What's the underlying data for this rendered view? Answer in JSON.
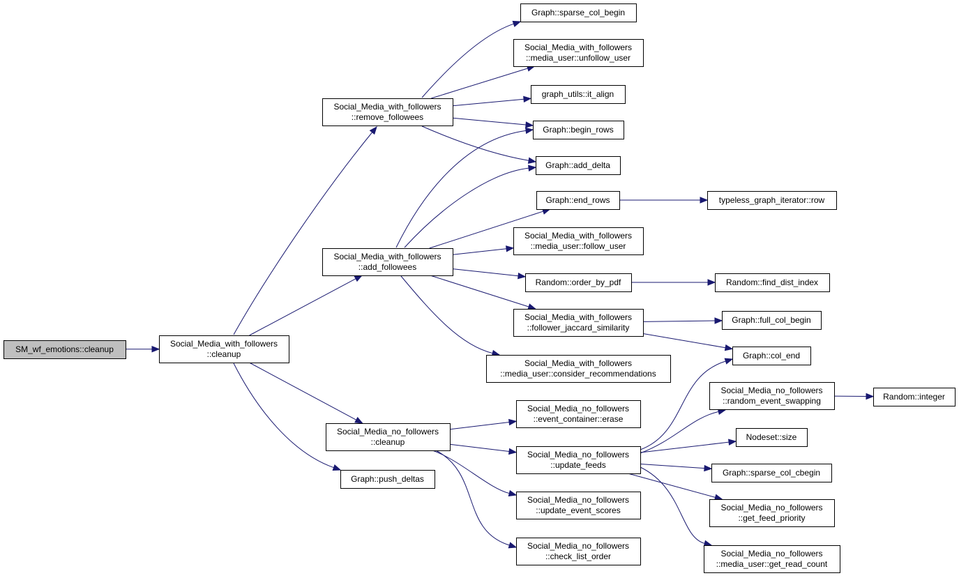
{
  "diagram": {
    "nodes": [
      {
        "id": "n0",
        "lines": [
          "SM_wf_emotions::cleanup"
        ],
        "root": true
      },
      {
        "id": "n1",
        "lines": [
          "Social_Media_with_followers",
          "::cleanup"
        ]
      },
      {
        "id": "n2",
        "lines": [
          "Social_Media_with_followers",
          "::remove_followees"
        ]
      },
      {
        "id": "n3",
        "lines": [
          "Social_Media_with_followers",
          "::add_followees"
        ]
      },
      {
        "id": "n4",
        "lines": [
          "Social_Media_no_followers",
          "::cleanup"
        ]
      },
      {
        "id": "n5",
        "lines": [
          "Graph::push_deltas"
        ]
      },
      {
        "id": "n6",
        "lines": [
          "Graph::sparse_col_begin"
        ]
      },
      {
        "id": "n7",
        "lines": [
          "Social_Media_with_followers",
          "::media_user::unfollow_user"
        ]
      },
      {
        "id": "n8",
        "lines": [
          "graph_utils::it_align"
        ]
      },
      {
        "id": "n9",
        "lines": [
          "Graph::begin_rows"
        ]
      },
      {
        "id": "n10",
        "lines": [
          "Graph::add_delta"
        ]
      },
      {
        "id": "n11",
        "lines": [
          "Graph::end_rows"
        ]
      },
      {
        "id": "n12",
        "lines": [
          "Social_Media_with_followers",
          "::media_user::follow_user"
        ]
      },
      {
        "id": "n13",
        "lines": [
          "Random::order_by_pdf"
        ]
      },
      {
        "id": "n14",
        "lines": [
          "Social_Media_with_followers",
          "::follower_jaccard_similarity"
        ]
      },
      {
        "id": "n15",
        "lines": [
          "Social_Media_with_followers",
          "::media_user::consider_recommendations"
        ]
      },
      {
        "id": "n16",
        "lines": [
          "Social_Media_no_followers",
          "::event_container::erase"
        ]
      },
      {
        "id": "n17",
        "lines": [
          "Social_Media_no_followers",
          "::update_feeds"
        ]
      },
      {
        "id": "n18",
        "lines": [
          "Social_Media_no_followers",
          "::update_event_scores"
        ]
      },
      {
        "id": "n19",
        "lines": [
          "Social_Media_no_followers",
          "::check_list_order"
        ]
      },
      {
        "id": "n20",
        "lines": [
          "typeless_graph_iterator::row"
        ]
      },
      {
        "id": "n21",
        "lines": [
          "Random::find_dist_index"
        ]
      },
      {
        "id": "n22",
        "lines": [
          "Graph::full_col_begin"
        ]
      },
      {
        "id": "n23",
        "lines": [
          "Graph::col_end"
        ]
      },
      {
        "id": "n24",
        "lines": [
          "Social_Media_no_followers",
          "::random_event_swapping"
        ]
      },
      {
        "id": "n25",
        "lines": [
          "Nodeset::size"
        ]
      },
      {
        "id": "n26",
        "lines": [
          "Graph::sparse_col_cbegin"
        ]
      },
      {
        "id": "n27",
        "lines": [
          "Social_Media_no_followers",
          "::get_feed_priority"
        ]
      },
      {
        "id": "n28",
        "lines": [
          "Social_Media_no_followers",
          "::media_user::get_read_count"
        ]
      },
      {
        "id": "n29",
        "lines": [
          "Random::integer"
        ]
      }
    ],
    "edges": [
      [
        "n0",
        "n1"
      ],
      [
        "n1",
        "n2"
      ],
      [
        "n1",
        "n3"
      ],
      [
        "n1",
        "n4"
      ],
      [
        "n1",
        "n5"
      ],
      [
        "n2",
        "n6"
      ],
      [
        "n2",
        "n7"
      ],
      [
        "n2",
        "n8"
      ],
      [
        "n2",
        "n9"
      ],
      [
        "n2",
        "n10"
      ],
      [
        "n3",
        "n9"
      ],
      [
        "n3",
        "n10"
      ],
      [
        "n3",
        "n11"
      ],
      [
        "n3",
        "n12"
      ],
      [
        "n3",
        "n13"
      ],
      [
        "n3",
        "n14"
      ],
      [
        "n3",
        "n15"
      ],
      [
        "n4",
        "n16"
      ],
      [
        "n4",
        "n17"
      ],
      [
        "n4",
        "n18"
      ],
      [
        "n4",
        "n19"
      ],
      [
        "n11",
        "n20"
      ],
      [
        "n13",
        "n21"
      ],
      [
        "n14",
        "n22"
      ],
      [
        "n14",
        "n23"
      ],
      [
        "n17",
        "n23"
      ],
      [
        "n17",
        "n24"
      ],
      [
        "n17",
        "n25"
      ],
      [
        "n17",
        "n26"
      ],
      [
        "n17",
        "n27"
      ],
      [
        "n17",
        "n28"
      ],
      [
        "n24",
        "n29"
      ]
    ]
  }
}
